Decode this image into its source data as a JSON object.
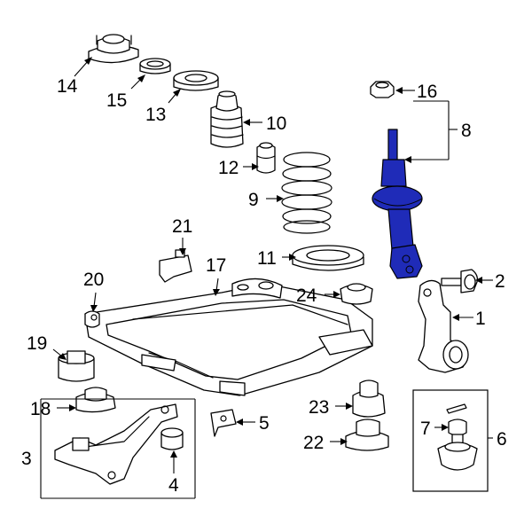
{
  "colors": {
    "highlight": "#1f2bb8",
    "line": "#000000",
    "background": "#ffffff"
  },
  "callouts": {
    "c1": "1",
    "c2": "2",
    "c3": "3",
    "c4": "4",
    "c5": "5",
    "c6": "6",
    "c7": "7",
    "c8": "8",
    "c9": "9",
    "c10": "10",
    "c11": "11",
    "c12": "12",
    "c13": "13",
    "c14": "14",
    "c15": "15",
    "c16": "16",
    "c17": "17",
    "c18": "18",
    "c19": "19",
    "c20": "20",
    "c21": "21",
    "c22": "22",
    "c23": "23",
    "c24": "24"
  }
}
